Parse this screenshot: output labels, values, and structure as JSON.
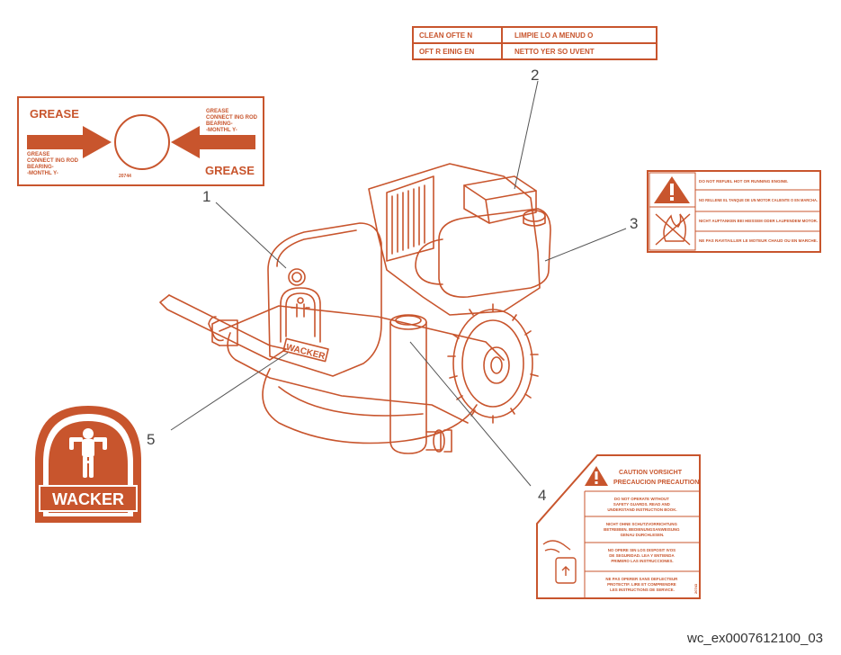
{
  "colors": {
    "accent": "#c8552d",
    "callout_line": "#555555"
  },
  "callouts": [
    "1",
    "2",
    "3",
    "4",
    "5"
  ],
  "decal_grease": {
    "left_title": "GREASE",
    "right_title": "GREASE",
    "right_lines": [
      "GREASE",
      "CONNECT ING ROD",
      "BEARING-",
      "-MONTHL Y-"
    ],
    "left_lines": [
      "GREASE",
      "CONNECT ING ROD",
      "BEARING-",
      "-MONTHL Y-"
    ],
    "part_no": "20744"
  },
  "decal_clean": {
    "cells": [
      "CLEAN   OFTE   N",
      "LIMPIE   LO A   MENUD   O",
      "OFT R   EINIG   EN",
      "NETTO   YER SO   UVENT"
    ]
  },
  "decal_refuel": {
    "lines": [
      "DO NOT REFUEL HOT OR RUNNING ENGINE.",
      "NO RELLENE EL TANQUE DE UN MOTOR CALIENTE O EN MARCHA.",
      "NICHT AUFTANKEN BEI HEISSEM ODER LAUFENDEM MOTOR.",
      "NE PAS RAVITAILLER LE MOTEUR CHAUD OU EN MARCHE."
    ]
  },
  "decal_caution": {
    "header": [
      "CAUTION VORSICHT",
      "PRECAUCION PRECAUTION"
    ],
    "blocks": [
      "DO NOT OPERATE WITHOUT SAFETY GUARDS. READ AND UNDERSTAND INSTRUCTION BOOK.",
      "NICHT OHNE SCHUTZVORRICHTUNG BETREIBEN. BEDIENUNGSANWEISUNG GENAU DURCHLESEN.",
      "NO OPERE SIN LOS DISPOSIT IVOS DE SEGURIDAD. LEA Y ENTIENDA PRIMERO LAS INSTRUCCIONES.",
      "NE PAS OPERER SANS DEFLECTEUR PROTECTIF. LIRE ET COMPRENDRE LES INSTRUCTIONS DE SERVICE."
    ],
    "part_no": "20743"
  },
  "logo": {
    "text": "WACKER"
  },
  "machine_logo": {
    "text": "WACKER"
  },
  "figure_id": "wc_ex0007612100_03"
}
